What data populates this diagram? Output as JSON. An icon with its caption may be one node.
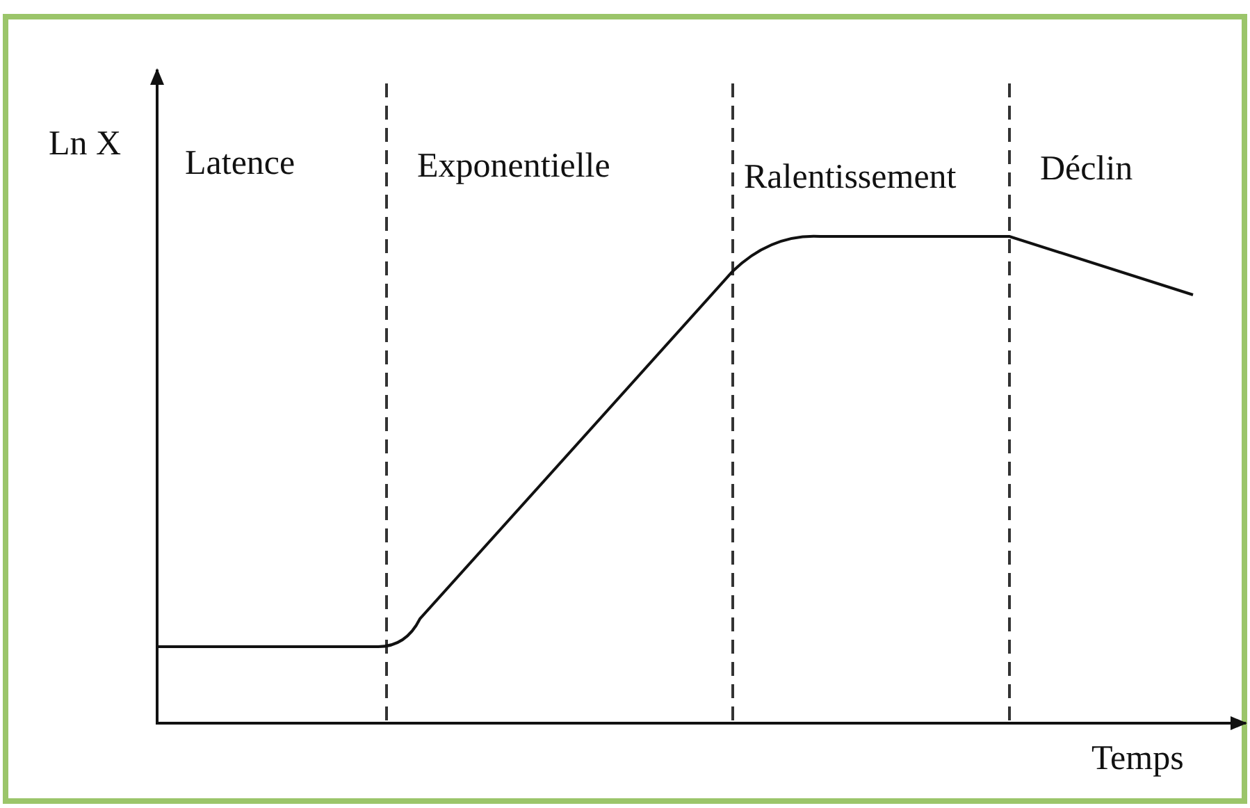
{
  "diagram": {
    "labels": [
      "Ln X",
      "Latence",
      "Exponentielle",
      "Ralentissement",
      "Déclin",
      "Temps"
    ]
  }
}
